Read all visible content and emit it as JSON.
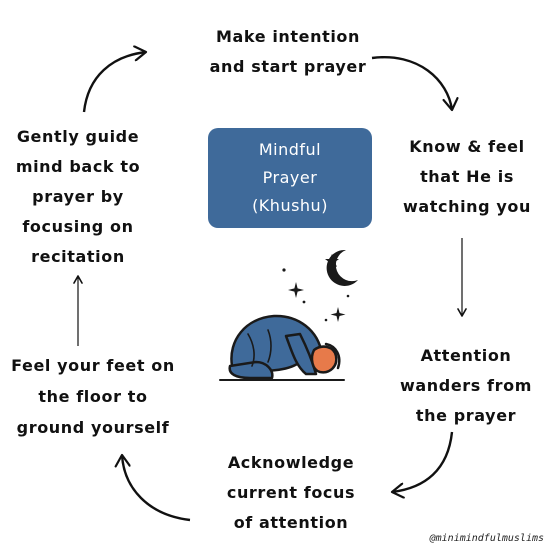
{
  "center": {
    "lines": [
      "Mindful",
      "Prayer",
      "(Khushu)"
    ],
    "box_color": "#3f6a9a"
  },
  "steps": [
    {
      "lines": [
        "Make intention",
        "and start prayer"
      ]
    },
    {
      "lines": [
        "Know & feel",
        "that He is",
        "watching you"
      ]
    },
    {
      "lines": [
        "Attention",
        "wanders from",
        "the prayer"
      ]
    },
    {
      "lines": [
        "Acknowledge",
        "current focus",
        "of attention"
      ]
    },
    {
      "lines": [
        "Feel your feet on",
        "the floor to",
        "ground yourself"
      ]
    },
    {
      "lines": [
        "Gently guide",
        "mind back to",
        "prayer by",
        "focusing on",
        "recitation"
      ]
    }
  ],
  "credit": "@minimindfulmuslims",
  "illustration": {
    "figure": "person-prostrating-icon",
    "moon": "crescent-moon-icon",
    "stars": "sparkle-star-icon"
  },
  "colors": {
    "garment": "#3f6a9a",
    "skin": "#e77a4a",
    "outline": "#1a1a1a"
  }
}
